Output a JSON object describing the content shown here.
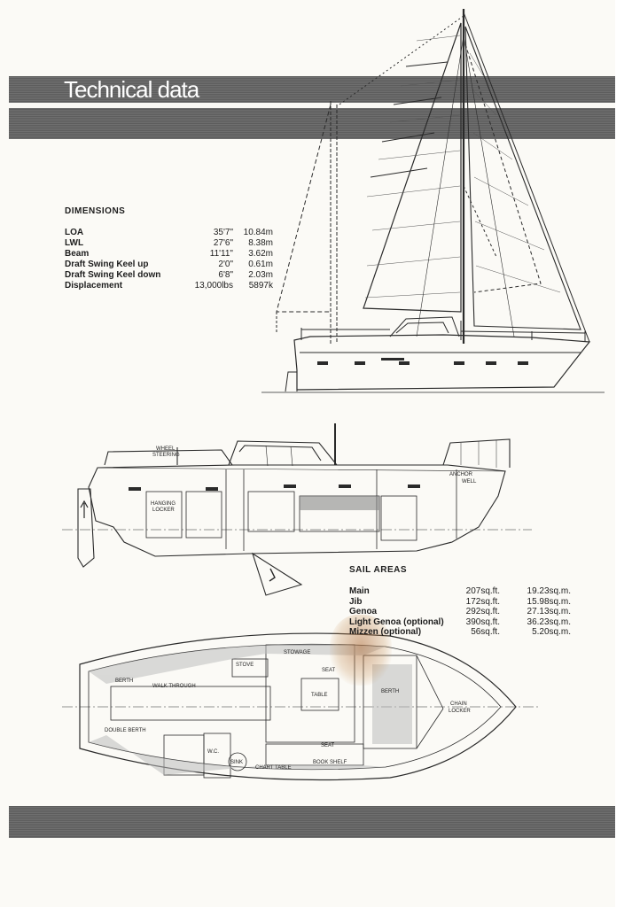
{
  "header": {
    "title": "Technical data"
  },
  "dimensions": {
    "heading": "DIMENSIONS",
    "rows": [
      {
        "label": "LOA",
        "imperial": "35'7\"",
        "metric": "10.84m"
      },
      {
        "label": "LWL",
        "imperial": "27'6\"",
        "metric": "8.38m"
      },
      {
        "label": "Beam",
        "imperial": "11'11\"",
        "metric": "3.62m"
      },
      {
        "label": "Draft Swing Keel up",
        "imperial": "2'0\"",
        "metric": "0.61m"
      },
      {
        "label": "Draft Swing Keel down",
        "imperial": "6'8\"",
        "metric": "2.03m"
      },
      {
        "label": "Displacement",
        "imperial": "13,000lbs",
        "metric": "5897k"
      }
    ]
  },
  "sail_areas": {
    "heading": "SAIL AREAS",
    "rows": [
      {
        "label": "Main",
        "imperial": "207sq.ft.",
        "metric": "19.23sq.m."
      },
      {
        "label": "Jib",
        "imperial": "172sq.ft.",
        "metric": "15.98sq.m."
      },
      {
        "label": "Genoa",
        "imperial": "292sq.ft.",
        "metric": "27.13sq.m."
      },
      {
        "label": "Light Genoa (optional)",
        "imperial": "390sq.ft.",
        "metric": "36.23sq.m."
      },
      {
        "label": "Mizzen (optional)",
        "imperial": "56sq.ft.",
        "metric": "5.20sq.m."
      }
    ]
  },
  "profile_labels": {
    "wheel": "WHEEL",
    "steering": "STEERING",
    "hanging": "HANGING",
    "locker": "LOCKER",
    "anchor": "ANCHOR",
    "well": "WELL"
  },
  "plan_labels": {
    "berth_aft": "BERTH",
    "walk_through": "WALK THROUGH",
    "double_berth": "DOUBLE BERTH",
    "stove": "STOVE",
    "stowage": "STOWAGE",
    "seat_upper": "SEAT",
    "table": "TABLE",
    "berth_fwd": "BERTH",
    "chain": "CHAIN",
    "chain_locker": "LOCKER",
    "seat_lower": "SEAT",
    "wc": "W.C.",
    "sink": "SINK",
    "chart_table": "CHART TABLE",
    "book_shelf": "BOOK SHELF"
  }
}
